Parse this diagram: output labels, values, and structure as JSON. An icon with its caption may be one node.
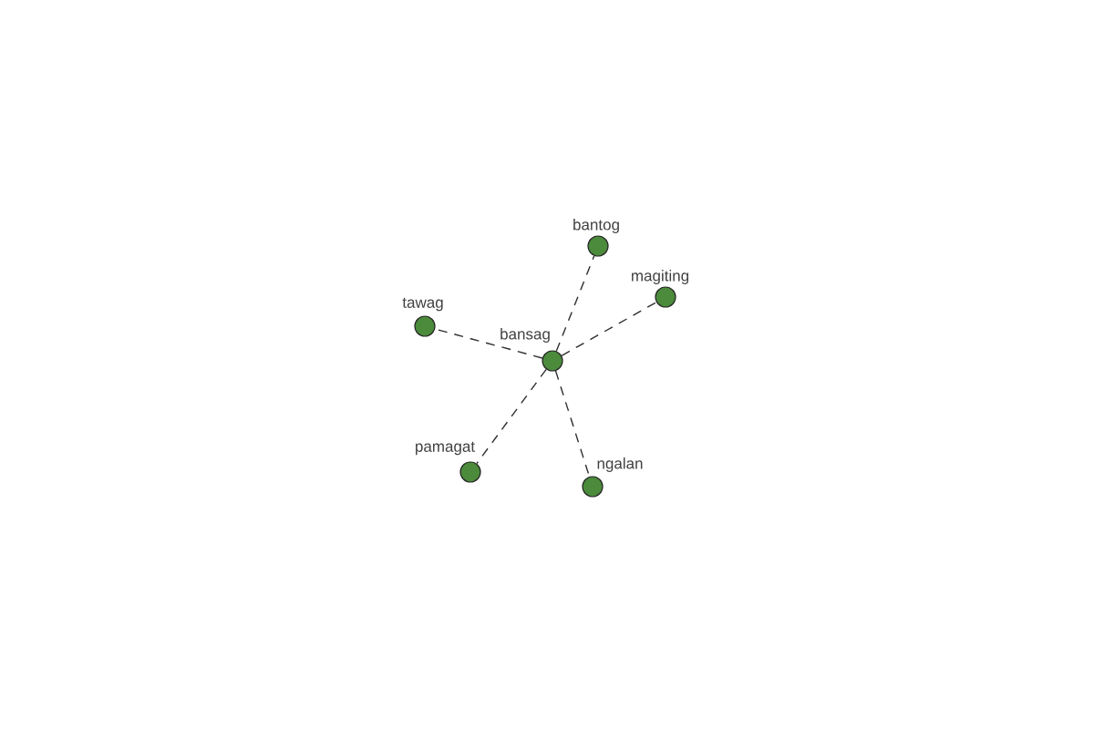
{
  "diagram": {
    "nodes": [
      {
        "text": [
          "bantog"
        ]
      },
      {
        "text": [
          "magiting"
        ]
      },
      {
        "text": [
          "tawag"
        ]
      },
      {
        "text": [
          "bansag"
        ]
      },
      {
        "text": [
          "pamagat"
        ]
      },
      {
        "text": [
          "ngalan"
        ]
      }
    ],
    "edges": [
      {
        "from": 3,
        "to": 0,
        "arrow": "none",
        "style": "dashed"
      },
      {
        "from": 3,
        "to": 1,
        "arrow": "none",
        "style": "dashed"
      },
      {
        "from": 3,
        "to": 2,
        "arrow": "none",
        "style": "dashed"
      },
      {
        "from": 3,
        "to": 4,
        "arrow": "none",
        "style": "dashed"
      },
      {
        "from": 3,
        "to": 5,
        "arrow": "none",
        "style": "dashed"
      }
    ]
  }
}
